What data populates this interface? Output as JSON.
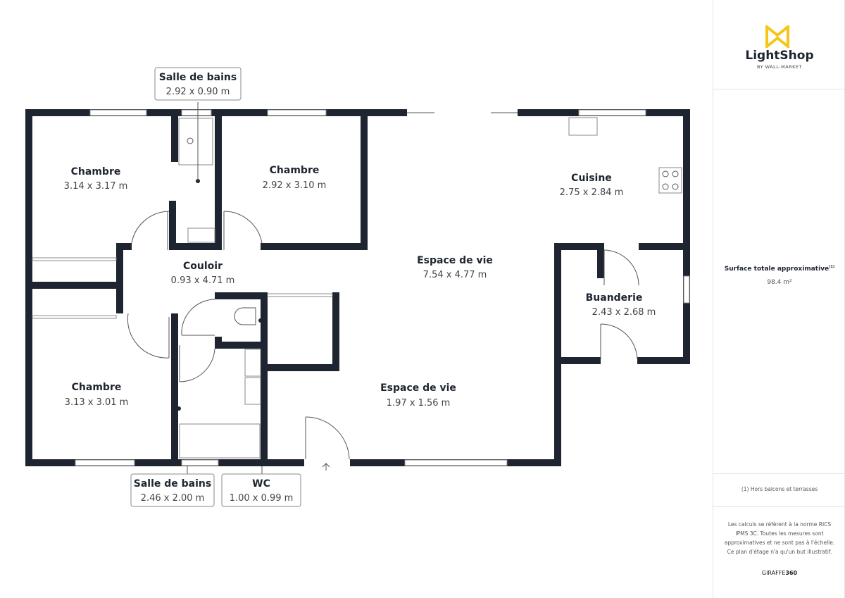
{
  "brand": {
    "logo_name": "LightShop",
    "logo_sub": "BY WALL-MARKET",
    "accent_color": "#f5c518",
    "wall_color": "#1e2530"
  },
  "summary": {
    "title": "Surface totale approximative",
    "footnote_mark": "(1)",
    "value": "98.4 m²"
  },
  "note": "(1) Hors balcons et terrasses",
  "disclaimer": "Les calculs se réfèrent à la norme RICS IPMS 3C. Toutes les mesures sont approximatives et ne sont pas à l'échelle. Ce plan d'étage n'a qu'un but illustratif.",
  "provider": {
    "prefix": "GIRAFFE",
    "suffix": "360"
  },
  "rooms": [
    {
      "name": "Chambre",
      "dims": "3.14 x 3.17 m"
    },
    {
      "name": "Chambre",
      "dims": "2.92 x 3.10 m"
    },
    {
      "name": "Couloir",
      "dims": "0.93 x 4.71 m"
    },
    {
      "name": "Chambre",
      "dims": "3.13 x 3.01 m"
    },
    {
      "name": "Espace de vie",
      "dims": "7.54 x 4.77 m"
    },
    {
      "name": "Espace de vie",
      "dims": "1.97 x 1.56 m"
    },
    {
      "name": "Cuisine",
      "dims": "2.75 x 2.84 m"
    },
    {
      "name": "Buanderie",
      "dims": "2.43 x 2.68 m"
    }
  ],
  "callouts": [
    {
      "name": "Salle de bains",
      "dims": "2.92 x 0.90 m"
    },
    {
      "name": "Salle de bains",
      "dims": "2.46 x 2.00 m"
    },
    {
      "name": "WC",
      "dims": "1.00 x 0.99 m"
    }
  ]
}
